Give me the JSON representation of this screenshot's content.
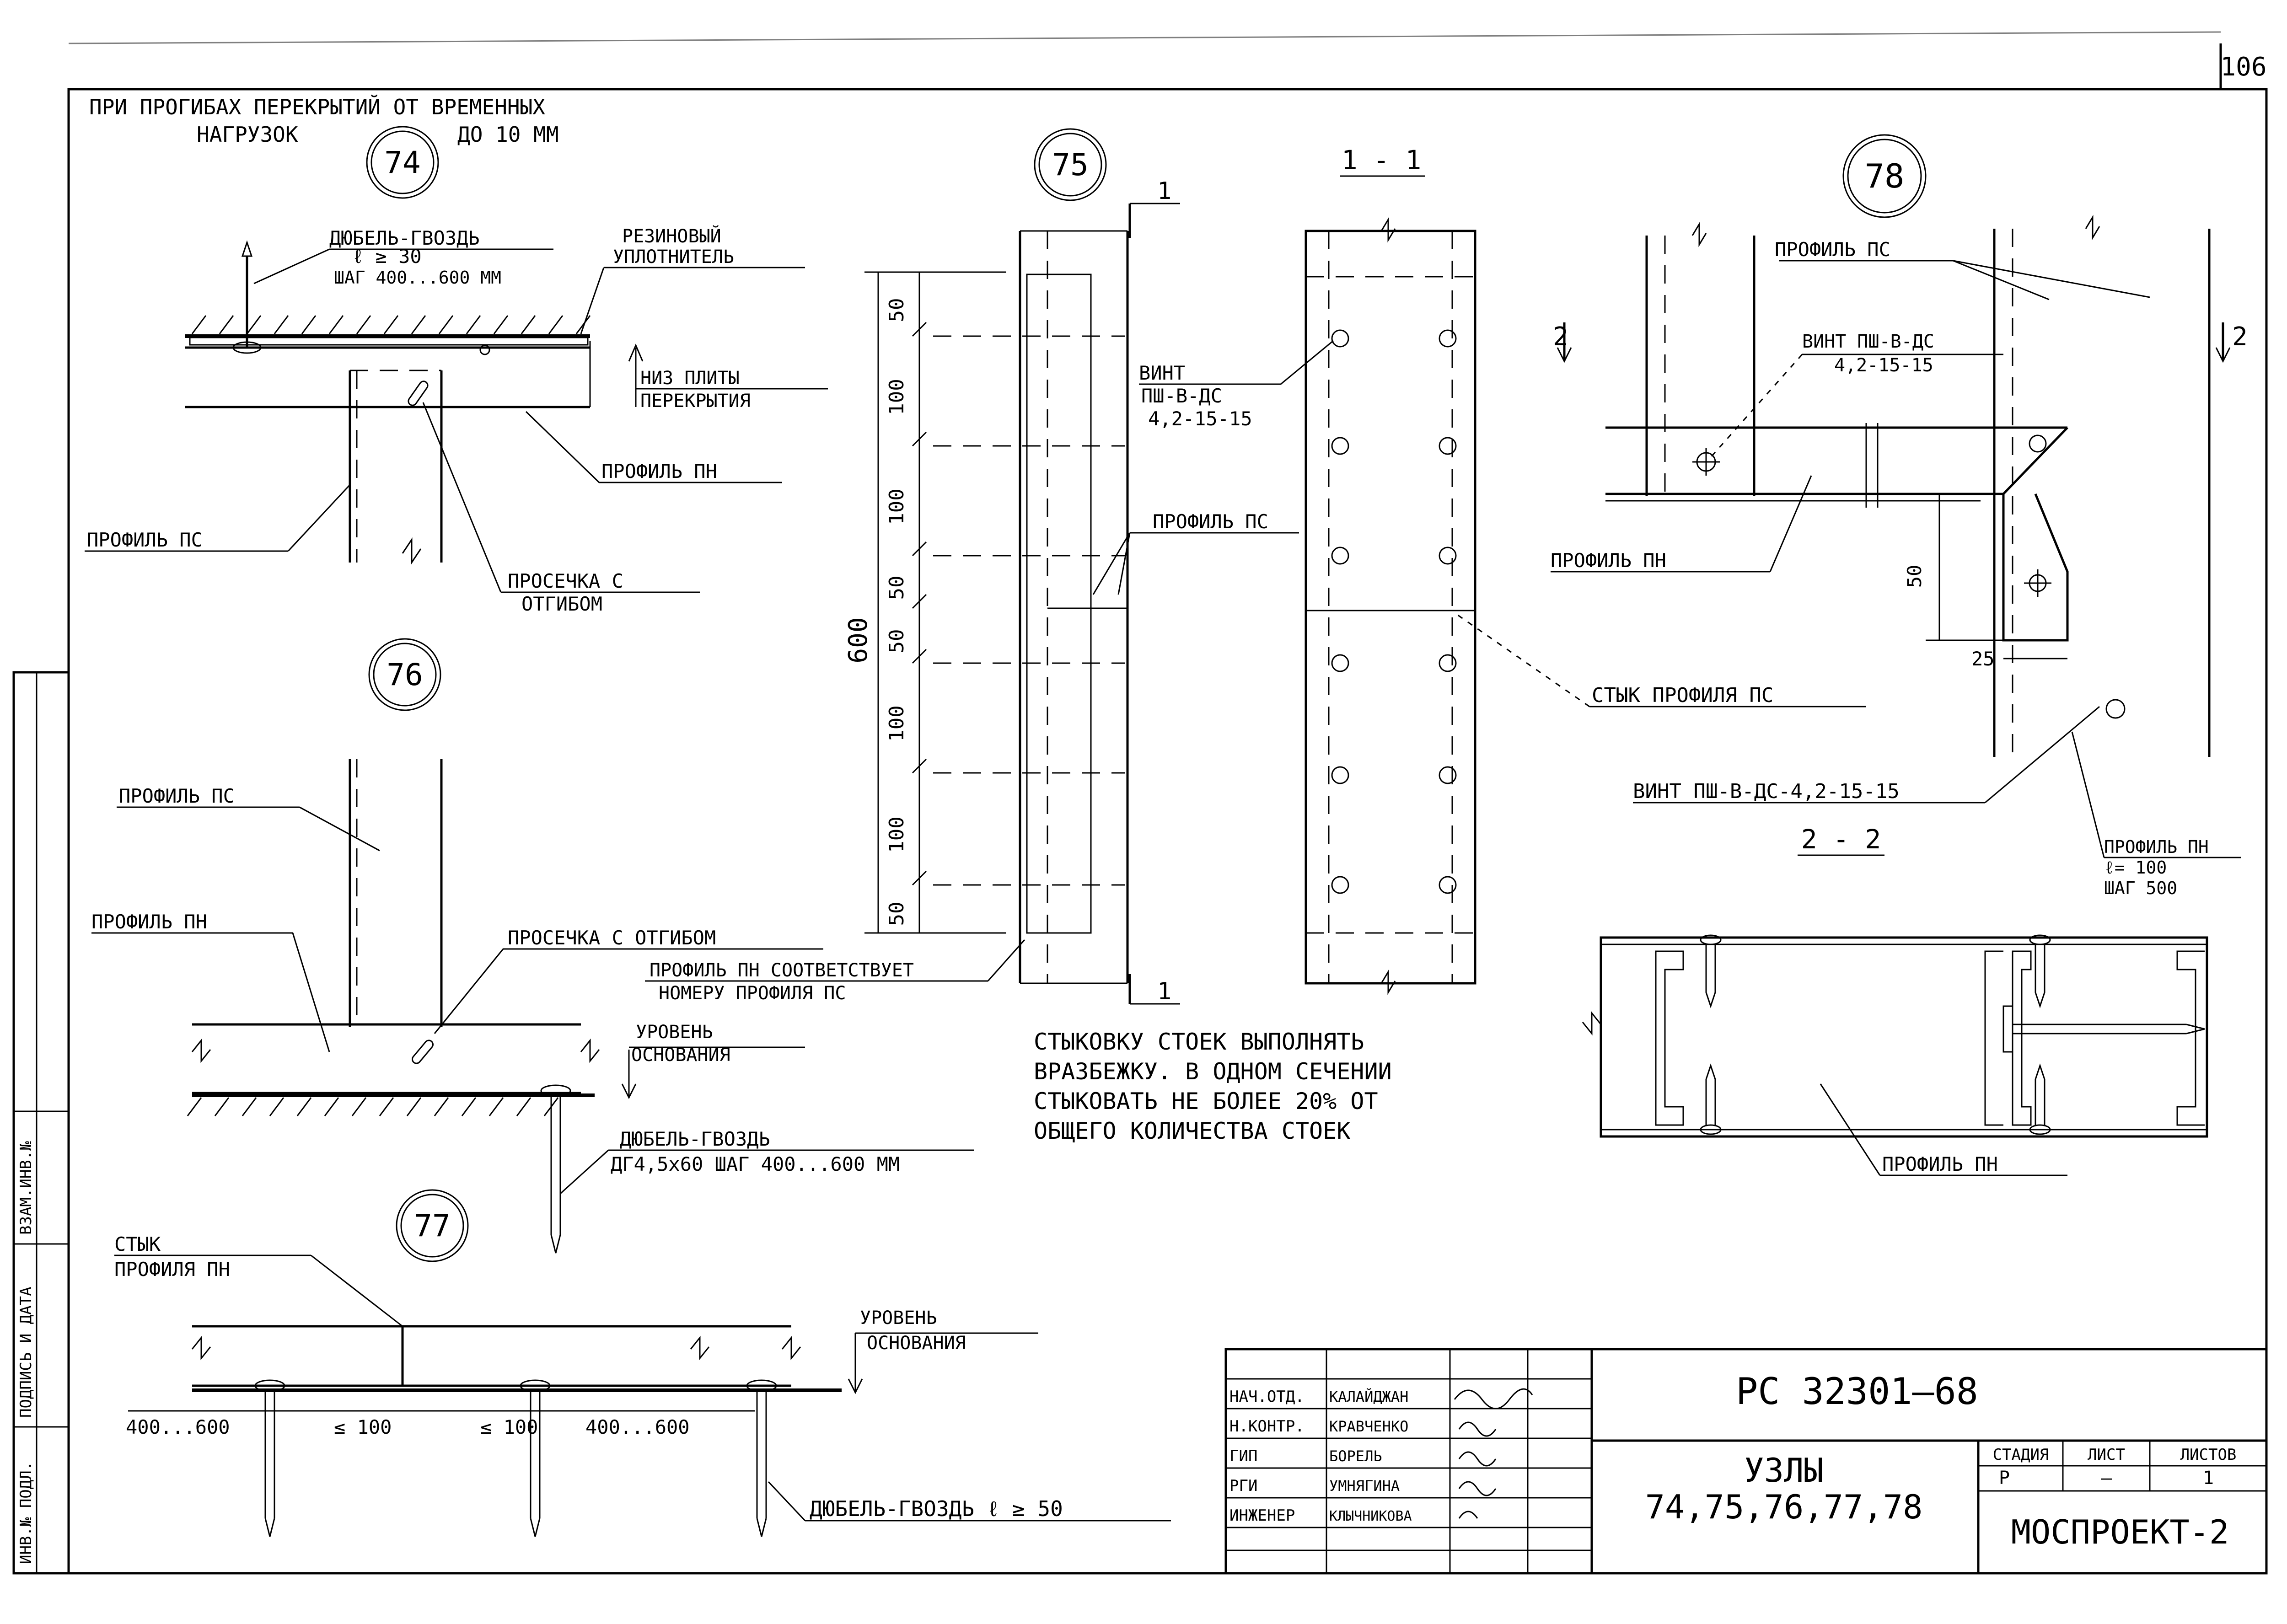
{
  "sheet": {
    "sheet_number": "106",
    "drawing_code": "РС 32301—68",
    "title_line1": "УЗЛЫ",
    "title_line2": "74,75,76,77,78",
    "organization": "МОСПРОЕКТ-2",
    "stage_header": "СТАДИЯ",
    "sheet_header": "ЛИСТ",
    "sheets_header": "ЛИСТОВ",
    "stage": "Р",
    "sheet": "—",
    "sheets": "1"
  },
  "signatures": [
    {
      "role": "НАЧ.ОТД.",
      "name": "КАЛАЙДЖАН"
    },
    {
      "role": "Н.КОНТР.",
      "name": "КРАВЧЕНКО"
    },
    {
      "role": "ГИП",
      "name": "БОРЕЛЬ"
    },
    {
      "role": "РГИ",
      "name": "УМНЯГИНА"
    },
    {
      "role": "ИНЖЕНЕР",
      "name": "КЛЫЧНИКОВА"
    }
  ],
  "side_stamp": {
    "col1": "ИНВ.№ ПОДЛ.",
    "col2": "ПОДПИСЬ И ДАТА",
    "col3": "ВЗАМ.ИНВ.№"
  },
  "note74": {
    "line1": "ПРИ ПРОГИБАХ ПЕРЕКРЫТИЙ ОТ ВРЕМЕННЫХ",
    "line2": "НАГРУЗОК",
    "line2b": "ДО 10 ММ"
  },
  "nodes": {
    "n74": "74",
    "n75": "75",
    "n76": "76",
    "n77": "77",
    "n78": "78"
  },
  "node74": {
    "dowel_1": "ДЮБЕЛЬ-ГВОЗДЬ",
    "dowel_2": "ℓ ≥ 30",
    "dowel_3": "ШАГ 400...600 ММ",
    "seal_1": "РЕЗИНОВЫЙ",
    "seal_2": "УПЛОТНИТЕЛЬ",
    "slab_1": "НИЗ ПЛИТЫ",
    "slab_2": "ПЕРЕКРЫТИЯ",
    "pn": "ПРОФИЛЬ ПН",
    "ps": "ПРОФИЛЬ ПС",
    "cut_1": "ПРОСЕЧКА С",
    "cut_2": "ОТГИБОМ"
  },
  "node75": {
    "section_mark": "1",
    "total": "600",
    "dims": [
      "50",
      "100",
      "100",
      "50",
      "50",
      "100",
      "100",
      "50"
    ],
    "screw_1": "ВИНТ",
    "screw_2": "ПШ-В-ДС",
    "screw_3": "4,2-15-15",
    "ps": "ПРОФИЛЬ ПС",
    "pn_match_1": "ПРОФИЛЬ ПН СООТВЕТСТВУЕТ",
    "pn_match_2": "НОМЕРУ ПРОФИЛЯ ПС",
    "joint": "СТЫК ПРОФИЛЯ ПС",
    "section_title": "1 - 1",
    "note_1": "СТЫКОВКУ СТОЕК ВЫПОЛНЯТЬ",
    "note_2": "ВРАЗБЕЖКУ. В ОДНОМ СЕЧЕНИИ",
    "note_3": "СТЫКОВАТЬ НЕ БОЛЕЕ 20% ОТ",
    "note_4": "ОБЩЕГО КОЛИЧЕСТВА СТОЕК"
  },
  "node76": {
    "ps": "ПРОФИЛЬ ПС",
    "pn": "ПРОФИЛЬ ПН",
    "cut": "ПРОСЕЧКА С ОТГИБОМ",
    "level_1": "УРОВЕНЬ",
    "level_2": "ОСНОВАНИЯ",
    "dowel_1": "ДЮБЕЛЬ-ГВОЗДЬ",
    "dowel_2": "ДГ4,5х60 ШАГ 400...600 ММ"
  },
  "node77": {
    "joint_1": "СТЫК",
    "joint_2": "ПРОФИЛЯ ПН",
    "level_1": "УРОВЕНЬ",
    "level_2": "ОСНОВАНИЯ",
    "d1": "400...600",
    "d2": "≤ 100",
    "d3": "≤ 100",
    "d4": "400...600",
    "dowel": "ДЮБЕЛЬ-ГВОЗДЬ ℓ ≥ 50"
  },
  "node78": {
    "section_mark": "2",
    "ps": "ПРОФИЛЬ ПС",
    "screw_1": "ВИНТ ПШ-В-ДС",
    "screw_2": "4,2-15-15",
    "pn": "ПРОФИЛЬ ПН",
    "dim_50": "50",
    "dim_25": "25",
    "screw_b": "ВИНТ ПШ-В-ДС-4,2-15-15",
    "section_title": "2 - 2",
    "pn_r_1": "ПРОФИЛЬ ПН",
    "pn_r_2": "ℓ= 100",
    "pn_r_3": "ШАГ 500",
    "pn_bottom": "ПРОФИЛЬ ПН"
  }
}
